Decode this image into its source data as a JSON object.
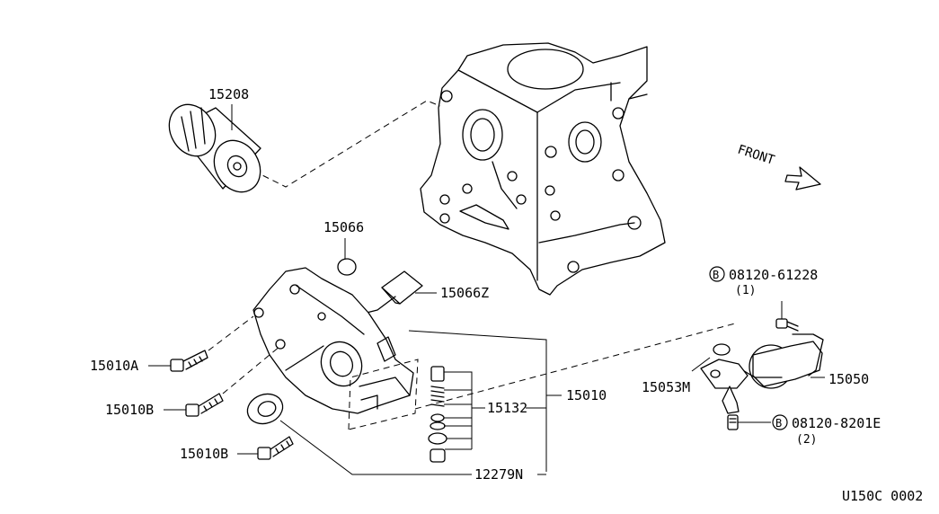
{
  "labels": {
    "oil_filter": "15208",
    "seal_cap": "15066",
    "sensor": "15066Z",
    "bolt_a": "15010A",
    "bolt_b1": "15010B",
    "bolt_b2": "15010B",
    "relief_set": "15132",
    "oil_pump": "15010",
    "oil_seal": "12279N",
    "strainer": "15050",
    "gasket": "15053M",
    "bolt_upper": "08120-61228",
    "bolt_upper_qty": "(1)",
    "bolt_lower": "08120-8201E",
    "bolt_lower_qty": "(2)",
    "bolt_marker": "B",
    "front": "FRONT",
    "diagram_code": "U150C 0002"
  }
}
